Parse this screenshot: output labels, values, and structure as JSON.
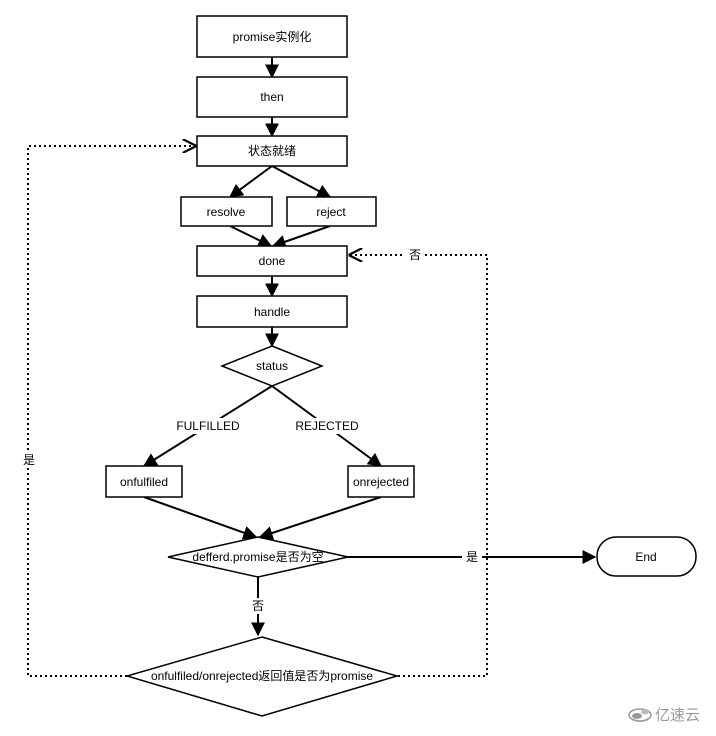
{
  "diagram": {
    "nodes": {
      "promise_init": "promise实例化",
      "then": "then",
      "ready": "状态就绪",
      "resolve": "resolve",
      "reject": "reject",
      "done": "done",
      "handle": "handle",
      "status": "status",
      "onfulfilled": "onfulfiled",
      "onrejected": "onrejected",
      "deferred_check": "defferd.promise是否为空",
      "end": "End",
      "return_check": "onfulfiled/onrejected返回值是否为promise"
    },
    "edge_labels": {
      "fulfilled": "FULFILLED",
      "rejected": "REJECTED",
      "deferred_yes": "是",
      "deferred_no": "否",
      "return_yes": "是",
      "return_no": "否"
    }
  },
  "watermark": {
    "text": "亿速云",
    "icon": "cloud-logo-icon"
  }
}
